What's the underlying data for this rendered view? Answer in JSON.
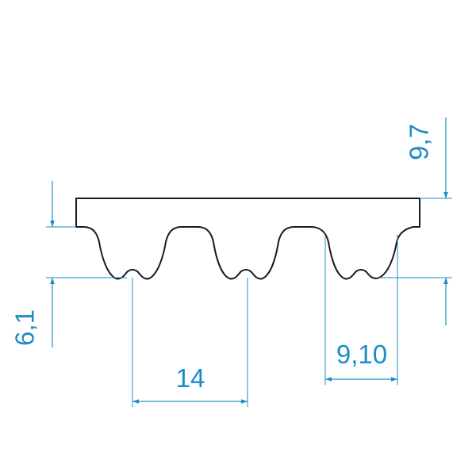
{
  "colors": {
    "dimension": "#1a8cc6",
    "outline": "#1a1a1a",
    "background": "#ffffff"
  },
  "dimensions": {
    "total_height": "9,7",
    "belt_thickness": "6,1",
    "tooth_pitch": "14",
    "tooth_width": "9,10"
  }
}
